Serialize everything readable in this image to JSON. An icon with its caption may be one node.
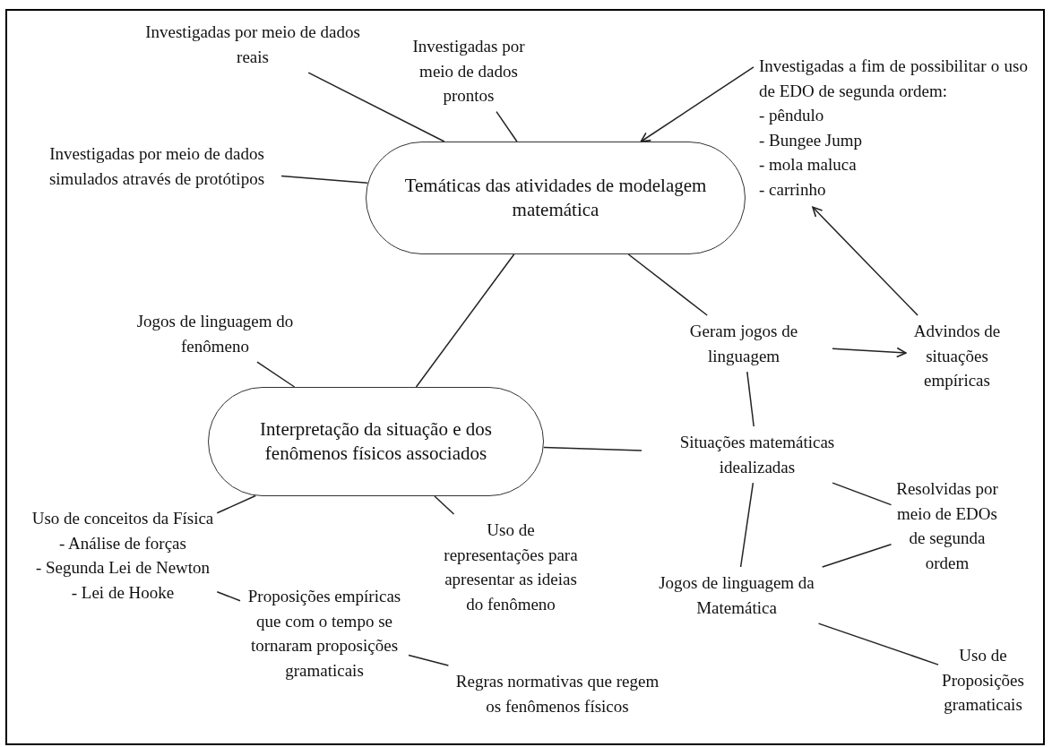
{
  "diagram": {
    "nodes": [
      {
        "text": [
          "Temáticas das atividades de modelagem matemática"
        ]
      },
      {
        "text": [
          "Investigadas por meio de dados reais"
        ]
      },
      {
        "text": [
          "Investigadas por meio de dados prontos"
        ]
      },
      {
        "text": [
          "Investigadas por meio de dados simulados através de protótipos"
        ]
      },
      {
        "text": [
          "Investigadas a fim de possibilitar o uso de EDO de segunda ordem:",
          "- pêndulo",
          "- Bungee Jump",
          "- mola maluca",
          "- carrinho"
        ]
      },
      {
        "text": [
          "Interpretação da situação e dos fenômenos físicos associados"
        ]
      },
      {
        "text": [
          "Jogos de linguagem do fenômeno"
        ]
      },
      {
        "text": [
          "Geram jogos de linguagem"
        ]
      },
      {
        "text": [
          "Advindos de situações empíricas"
        ]
      },
      {
        "text": [
          "Situações matemáticas idealizadas"
        ]
      },
      {
        "text": [
          "Resolvidas por meio de  EDOs de segunda ordem"
        ]
      },
      {
        "text": [
          "Uso de conceitos da Física",
          "- Análise de forças",
          "- Segunda Lei de Newton",
          "- Lei de Hooke"
        ]
      },
      {
        "text": [
          "Uso de representações para apresentar as ideias do fenômeno"
        ]
      },
      {
        "text": [
          "Proposições empíricas que com o tempo se tornaram proposições gramaticais"
        ]
      },
      {
        "text": [
          "Jogos de linguagem da Matemática"
        ]
      },
      {
        "text": [
          "Regras normativas que regem os fenômenos físicos"
        ]
      },
      {
        "text": [
          "Uso de Proposições gramaticais"
        ]
      }
    ],
    "edges": [
      {
        "from": 1,
        "to": 0,
        "arrow": "none"
      },
      {
        "from": 2,
        "to": 0,
        "arrow": "none"
      },
      {
        "from": 3,
        "to": 0,
        "arrow": "none"
      },
      {
        "from": 4,
        "to": 0,
        "arrow": "to"
      },
      {
        "from": 0,
        "to": 5,
        "arrow": "none"
      },
      {
        "from": 0,
        "to": 7,
        "arrow": "none"
      },
      {
        "from": 7,
        "to": 8,
        "arrow": "to"
      },
      {
        "from": 8,
        "to": 4,
        "arrow": "to"
      },
      {
        "from": 7,
        "to": 9,
        "arrow": "none"
      },
      {
        "from": 6,
        "to": 5,
        "arrow": "none"
      },
      {
        "from": 5,
        "to": 9,
        "arrow": "none"
      },
      {
        "from": 5,
        "to": 11,
        "arrow": "none"
      },
      {
        "from": 5,
        "to": 12,
        "arrow": "none"
      },
      {
        "from": 11,
        "to": 13,
        "arrow": "none"
      },
      {
        "from": 13,
        "to": 15,
        "arrow": "none"
      },
      {
        "from": 9,
        "to": 10,
        "arrow": "none"
      },
      {
        "from": 9,
        "to": 14,
        "arrow": "none"
      },
      {
        "from": 14,
        "to": 10,
        "arrow": "none"
      },
      {
        "from": 14,
        "to": 16,
        "arrow": "none"
      }
    ]
  }
}
